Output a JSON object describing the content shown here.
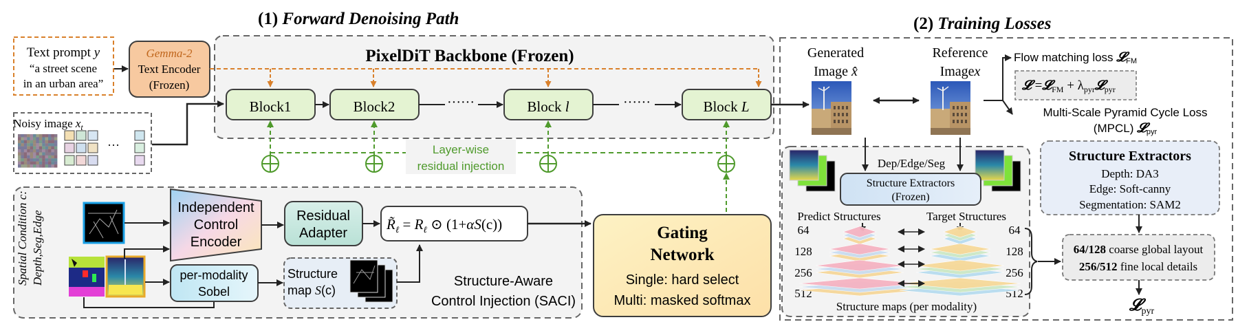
{
  "colors": {
    "block_fill": "#e4f3d2",
    "block_stroke": "#3d3d3d",
    "injection_green": "#4f9a2c",
    "text_orange": "#d9802a",
    "encoder_fill": "#f7c9a0",
    "prompt_border": "#d9802a",
    "dashed_gray": "#6a6a6a",
    "panel_fill": "#f6f6f6",
    "extractor_fill": "#e8eef8",
    "loss_fill": "#ececec"
  },
  "section1": {
    "number": "(1)",
    "title": "Forward Denoising Path"
  },
  "section2": {
    "number": "(2)",
    "title": "Training Losses"
  },
  "backbone": {
    "title": "PixelDiT Backbone (Frozen)"
  },
  "prompt": {
    "line1": "Text prompt",
    "var": "y",
    "line2": "“a street scene",
    "line3": "in an urban area”"
  },
  "encoder": {
    "name": "Gemma-2",
    "line2": "Text Encoder",
    "line3": "(Frozen)"
  },
  "noisy": {
    "label": "Noisy image",
    "var": "x",
    "sub": "t",
    "dots": "···"
  },
  "blocks": [
    {
      "label": "Block1"
    },
    {
      "label": "Block2"
    },
    {
      "label": "Block",
      "var": "l"
    },
    {
      "label": "Block",
      "var": "L"
    }
  ],
  "dots": "······",
  "injection": {
    "line1": "Layer-wise",
    "line2": "residual injection"
  },
  "spatial": {
    "line1": "Spatial Condition",
    "var": "c",
    "line2": "Depth,Seg,Edge"
  },
  "ice": {
    "line1": "Independent",
    "line2": "Control",
    "line3": "Encoder"
  },
  "adapter": {
    "line1": "Residual",
    "line2": "Adapter"
  },
  "formula": {
    "lhs": "R̃",
    "sub": "ℓ",
    "eq": "=",
    "r": "R",
    "odot": "⊙",
    "rest": "(1+",
    "alpha": "α",
    "s": "S",
    "end": "(c))"
  },
  "sobel": {
    "line1": "per-modality",
    "line2": "Sobel"
  },
  "structure_map": {
    "line1": "Structure",
    "line2": "map",
    "var": "S",
    "arg": "(c)"
  },
  "saci": {
    "line1": "Structure-Aware",
    "line2": "Control Injection (SACI)"
  },
  "gating": {
    "title1": "Gating",
    "title2": "Network",
    "single": "Single: hard select",
    "multi": "Multi: masked softmax"
  },
  "generated": {
    "line1": "Generated",
    "line2": "Image",
    "var": "x̂"
  },
  "reference": {
    "line1": "Reference",
    "line2": "Image",
    "var": "x"
  },
  "flow_loss": {
    "text": "Flow matching loss",
    "sym": "𝓛",
    "sub": "FM"
  },
  "total_loss": {
    "sym": "𝓛",
    "eq": " =",
    "fm": "FM",
    "plus": " + λ",
    "pyr_sub": "pyr",
    "pyr": "pyr"
  },
  "mpcl": {
    "line1": "Multi-Scale Pyramid Cycle Loss",
    "line2": "(MPCL)",
    "sym": "𝓛",
    "sub": "pyr"
  },
  "dep_edge_seg": "Dep/Edge/Seg",
  "extractor_box": {
    "line1": "Structure Extractors",
    "line2": "(Frozen)"
  },
  "predict": "Predict Structures",
  "target": "Target Structures",
  "scales": [
    "64",
    "128",
    "256",
    "512"
  ],
  "structure_maps": "Structure maps (per modality)",
  "extractors_panel": {
    "title": "Structure Extractors",
    "depth": "Depth: DA3",
    "edge": "Edge: Soft-canny",
    "seg": "Segmentation: SAM2"
  },
  "layout_box": {
    "bold1": "64/128",
    "rest1": " coarse global layout",
    "bold2": "256/512",
    "rest2": " fine local details"
  },
  "final_loss": {
    "sym": "𝓛",
    "sub": "pyr"
  }
}
